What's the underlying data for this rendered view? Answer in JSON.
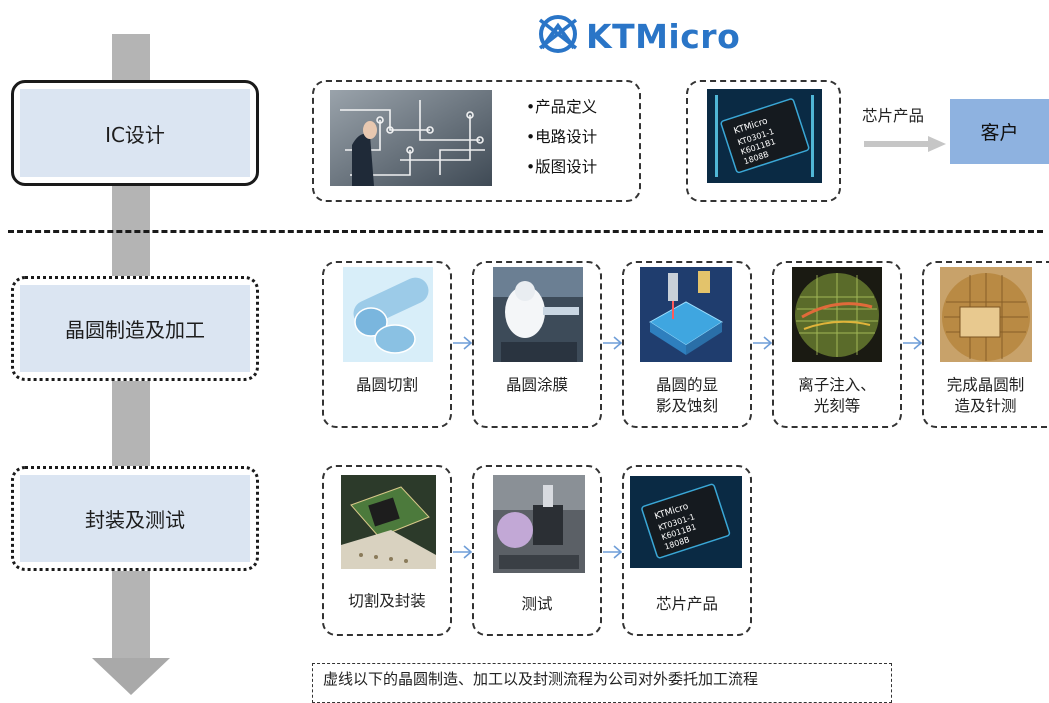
{
  "logo": {
    "text": "KTMicro",
    "icon": "kt-logo-icon"
  },
  "stages": [
    {
      "label": "IC设计"
    },
    {
      "label": "晶圆制造及加工"
    },
    {
      "label": "封装及测试"
    }
  ],
  "ic_design": {
    "bullets": [
      "•产品定义",
      "•电路设计",
      "•版图设计"
    ],
    "chip_text": [
      "KTMicro",
      "KT0301-1",
      "K6011B1",
      "1808B"
    ],
    "product_arrow_label": "芯片产品",
    "customer": "客户"
  },
  "wafer_steps": [
    {
      "label_lines": [
        "晶圆切割"
      ]
    },
    {
      "label_lines": [
        "晶圆涂膜"
      ]
    },
    {
      "label_lines": [
        "晶圆的显",
        "影及蚀刻"
      ]
    },
    {
      "label_lines": [
        "离子注入、",
        "光刻等"
      ]
    },
    {
      "label_lines": [
        "完成晶圆制",
        "造及针测"
      ]
    }
  ],
  "package_steps": [
    {
      "label_lines": [
        "切割及封装"
      ]
    },
    {
      "label_lines": [
        "测试"
      ]
    },
    {
      "label_lines": [
        "芯片产品"
      ]
    }
  ],
  "note": "虚线以下的晶圆制造、加工以及封测流程为公司对外委托加工流程",
  "colors": {
    "logo_blue": "#2a75c7",
    "stage_fill": "#dbe5f2",
    "customer_fill": "#8eb2e0",
    "flow_arrow": "#6f9ed8",
    "main_arrow": "#b4b4b4"
  }
}
